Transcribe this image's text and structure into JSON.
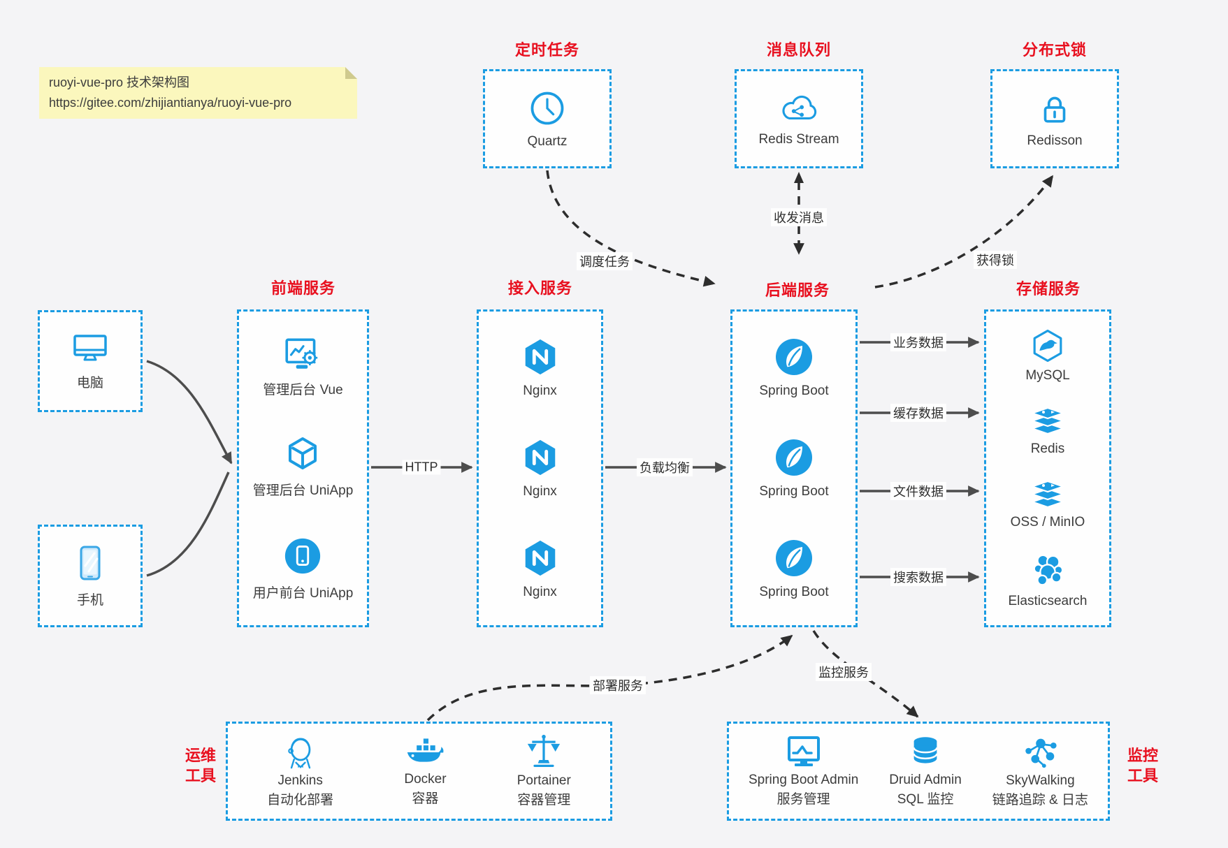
{
  "note": {
    "line1": "ruoyi-vue-pro 技术架构图",
    "line2": "https://gitee.com/zhijiantianya/ruoyi-vue-pro"
  },
  "colors": {
    "accent_blue": "#1b9ce2",
    "title_red": "#e8101f",
    "solid_arrow_gray": "#4d4d4d",
    "dashed_arrow_dark": "#2d2d2d",
    "note_bg": "#fbf7bd",
    "canvas_bg": "#f4f4f6"
  },
  "top_services": [
    {
      "title": "定时任务",
      "item": {
        "icon": "clock-icon",
        "label": "Quartz"
      }
    },
    {
      "title": "消息队列",
      "item": {
        "icon": "cloud-stream-icon",
        "label": "Redis Stream"
      }
    },
    {
      "title": "分布式锁",
      "item": {
        "icon": "lock-icon",
        "label": "Redisson"
      }
    }
  ],
  "clients": [
    {
      "icon": "desktop-icon",
      "label": "电脑"
    },
    {
      "icon": "smartphone-icon",
      "label": "手机"
    }
  ],
  "columns": {
    "frontend": {
      "title": "前端服务",
      "items": [
        {
          "icon": "admin-vue-icon",
          "label": "管理后台 Vue"
        },
        {
          "icon": "uniapp-cube-icon",
          "label": "管理后台 UniApp"
        },
        {
          "icon": "user-app-icon",
          "label": "用户前台 UniApp"
        }
      ]
    },
    "access": {
      "title": "接入服务",
      "items": [
        {
          "icon": "nginx-icon",
          "label": "Nginx"
        },
        {
          "icon": "nginx-icon",
          "label": "Nginx"
        },
        {
          "icon": "nginx-icon",
          "label": "Nginx"
        }
      ]
    },
    "backend": {
      "title": "后端服务",
      "items": [
        {
          "icon": "spring-boot-icon",
          "label": "Spring Boot"
        },
        {
          "icon": "spring-boot-icon",
          "label": "Spring Boot"
        },
        {
          "icon": "spring-boot-icon",
          "label": "Spring Boot"
        }
      ]
    },
    "storage": {
      "title": "存储服务",
      "items": [
        {
          "icon": "mysql-icon",
          "label": "MySQL"
        },
        {
          "icon": "redis-icon",
          "label": "Redis"
        },
        {
          "icon": "oss-minio-icon",
          "label": "OSS / MinIO"
        },
        {
          "icon": "elasticsearch-icon",
          "label": "Elasticsearch"
        }
      ]
    }
  },
  "ops": {
    "side_label_line1": "运维",
    "side_label_line2": "工具",
    "items": [
      {
        "icon": "jenkins-icon",
        "label": "Jenkins",
        "sublabel": "自动化部署"
      },
      {
        "icon": "docker-icon",
        "label": "Docker",
        "sublabel": "容器"
      },
      {
        "icon": "portainer-icon",
        "label": "Portainer",
        "sublabel": "容器管理"
      }
    ]
  },
  "monitoring": {
    "side_label_line1": "监控",
    "side_label_line2": "工具",
    "items": [
      {
        "icon": "spring-boot-admin-icon",
        "label": "Spring Boot Admin",
        "sublabel": "服务管理"
      },
      {
        "icon": "druid-icon",
        "label": "Druid Admin",
        "sublabel": "SQL 监控"
      },
      {
        "icon": "skywalking-icon",
        "label": "SkyWalking",
        "sublabel": "链路追踪 & 日志"
      }
    ]
  },
  "edge_labels": {
    "http": "HTTP",
    "load_balance": "负载均衡",
    "business_data": "业务数据",
    "cache_data": "缓存数据",
    "file_data": "文件数据",
    "search_data": "搜索数据",
    "schedule_task": "调度任务",
    "send_receive_messages": "收发消息",
    "acquire_lock": "获得锁",
    "deploy_service": "部署服务",
    "monitor_service": "监控服务"
  }
}
